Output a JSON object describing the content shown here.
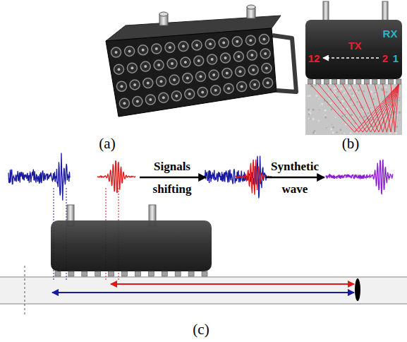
{
  "diagram": {
    "labels": [
      "(a)",
      "RX",
      "TX",
      "12",
      "2",
      "1",
      "(b)",
      "Signals",
      "shifting",
      "Synthetic",
      "wave",
      "(c)"
    ]
  }
}
